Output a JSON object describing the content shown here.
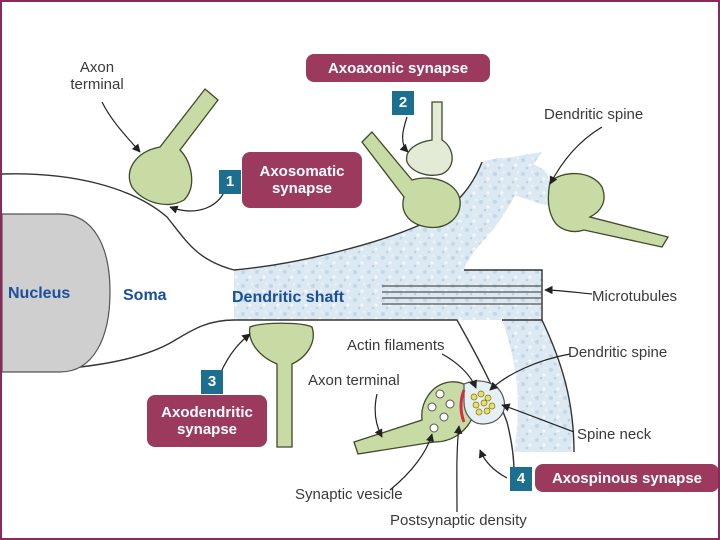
{
  "labels": {
    "axon_terminal_top": [
      "Axon",
      "terminal"
    ],
    "dendritic_spine_top": "Dendritic spine",
    "nucleus": "Nucleus",
    "soma": "Soma",
    "dendritic_shaft": "Dendritic shaft",
    "microtubules": "Microtubules",
    "actin_filaments": "Actin filaments",
    "dendritic_spine_bottom": "Dendritic spine",
    "axon_terminal_bottom": "Axon terminal",
    "spine_neck": "Spine neck",
    "synaptic_vesicle": "Synaptic vesicle",
    "postsynaptic_density": "Postsynaptic density"
  },
  "synapses": [
    {
      "number": "1",
      "name": [
        "Axosomatic",
        "synapse"
      ]
    },
    {
      "number": "2",
      "name": [
        "Axoaxonic synapse"
      ]
    },
    {
      "number": "3",
      "name": [
        "Axodendritic",
        "synapse"
      ]
    },
    {
      "number": "4",
      "name": [
        "Axospinous synapse"
      ]
    }
  ],
  "colors": {
    "axon_fill": "#c9dba4",
    "axon_stroke": "#3e4a2c",
    "dendrite_fill": "#dce9f2",
    "pill_bg": "#9c3a5e",
    "number_bg": "#1d6f8f",
    "blue_label": "#1a4f9c",
    "border": "#8a2a5a"
  }
}
